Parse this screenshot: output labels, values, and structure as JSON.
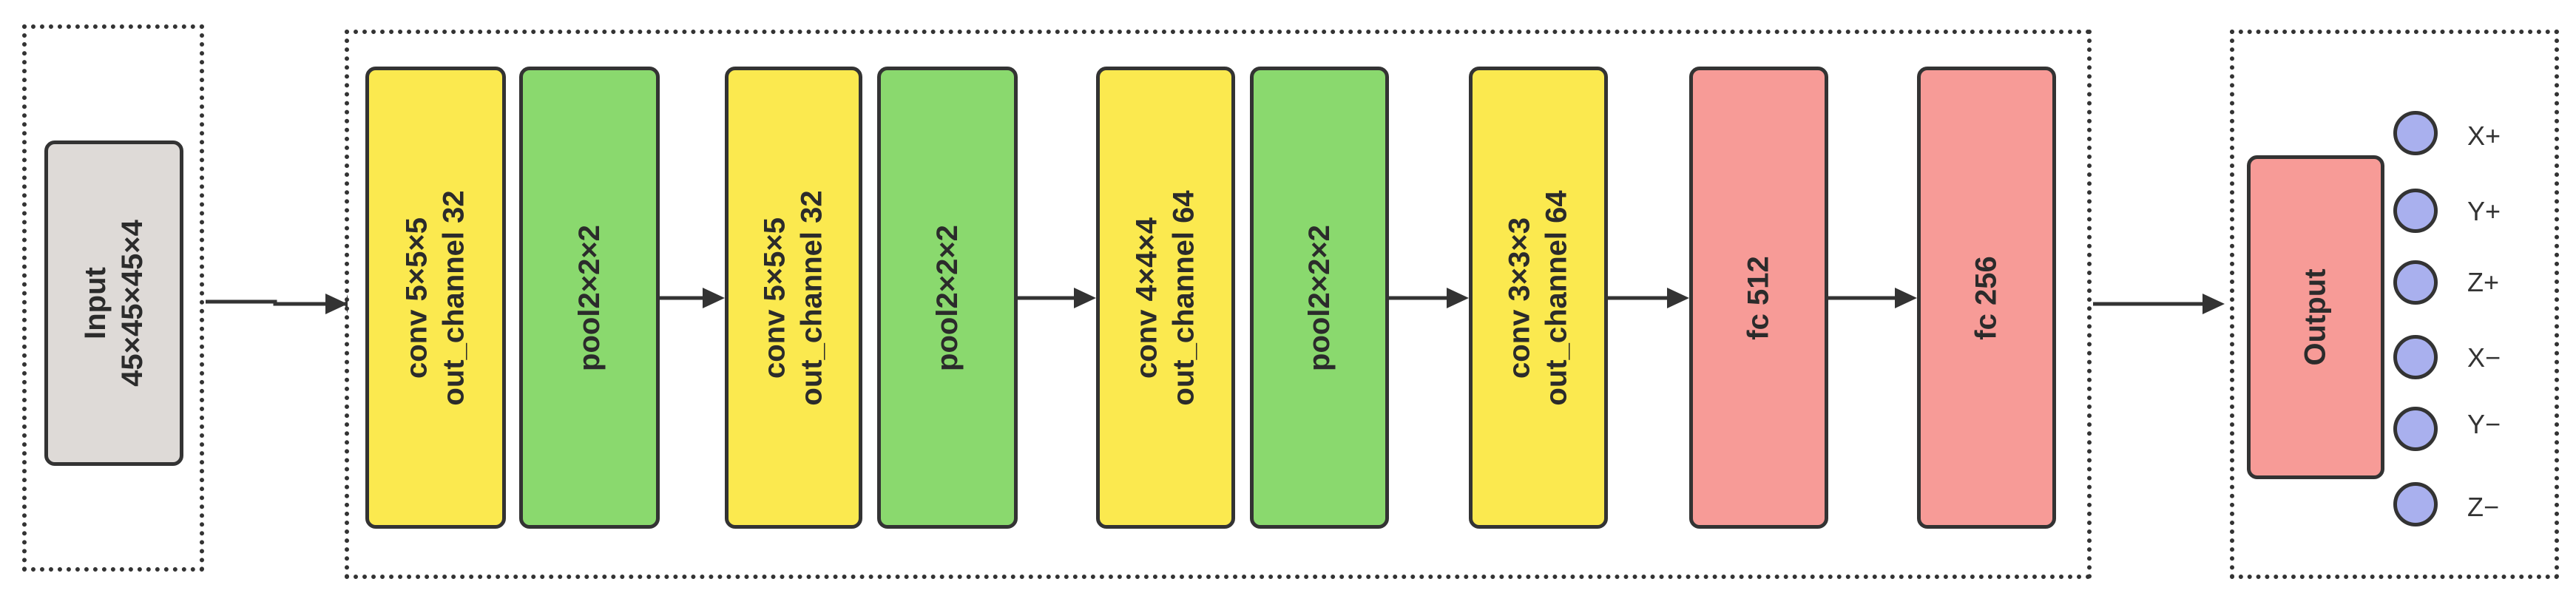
{
  "colors": {
    "conv": "#fbe94f",
    "pool": "#8ad96e",
    "fc": "#f79b97",
    "input": "#dedad7",
    "output": "#f79b97",
    "node": "#a9b0ee"
  },
  "input": {
    "line1": "Input",
    "line2": "45×45×45×4"
  },
  "layers": [
    {
      "type": "conv",
      "line1": "conv 5×5×5",
      "line2": "out_channel 32"
    },
    {
      "type": "pool",
      "line1": "pool2×2×2",
      "line2": ""
    },
    {
      "type": "conv",
      "line1": "conv 5×5×5",
      "line2": "out_channel 32"
    },
    {
      "type": "pool",
      "line1": "pool2×2×2",
      "line2": ""
    },
    {
      "type": "conv",
      "line1": "conv 4×4×4",
      "line2": "out_channel 64"
    },
    {
      "type": "pool",
      "line1": "pool2×2×2",
      "line2": ""
    },
    {
      "type": "conv",
      "line1": "conv 3×3×3",
      "line2": "out_channel 64"
    },
    {
      "type": "fc",
      "line1": "fc 512",
      "line2": ""
    },
    {
      "type": "fc",
      "line1": "fc 256",
      "line2": ""
    }
  ],
  "output": {
    "label": "Output",
    "nodes": [
      "X+",
      "Y+",
      "Z+",
      "X−",
      "Y−",
      "Z−"
    ]
  }
}
